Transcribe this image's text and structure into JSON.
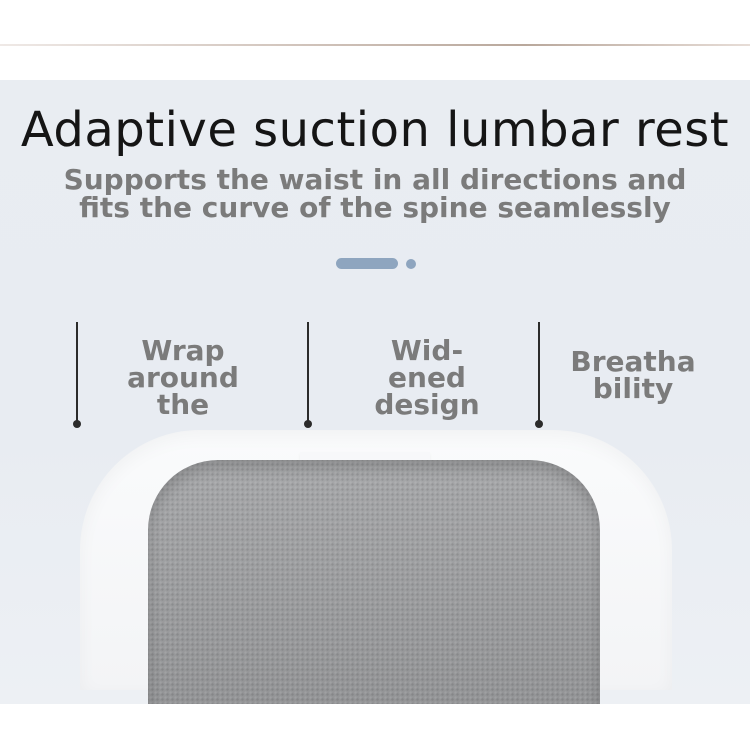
{
  "hero": {
    "title": "Adaptive suction lumbar rest",
    "subtitle": "Supports the waist in all directions and fits the curve of the spine seamlessly"
  },
  "pager": {
    "count": 2,
    "active_index": 0
  },
  "features": [
    {
      "label": "Wrap\naround\nthe"
    },
    {
      "label": "Wid-\nened\ndesign"
    },
    {
      "label": "Breatha\nbility"
    }
  ],
  "colors": {
    "panel_background": "#e9edf2",
    "title": "#151515",
    "subtitle": "#7b7b7b",
    "pager_accent": "#8ea5bf",
    "line": "#2b2b2b",
    "mesh": "#9b9c9e"
  }
}
